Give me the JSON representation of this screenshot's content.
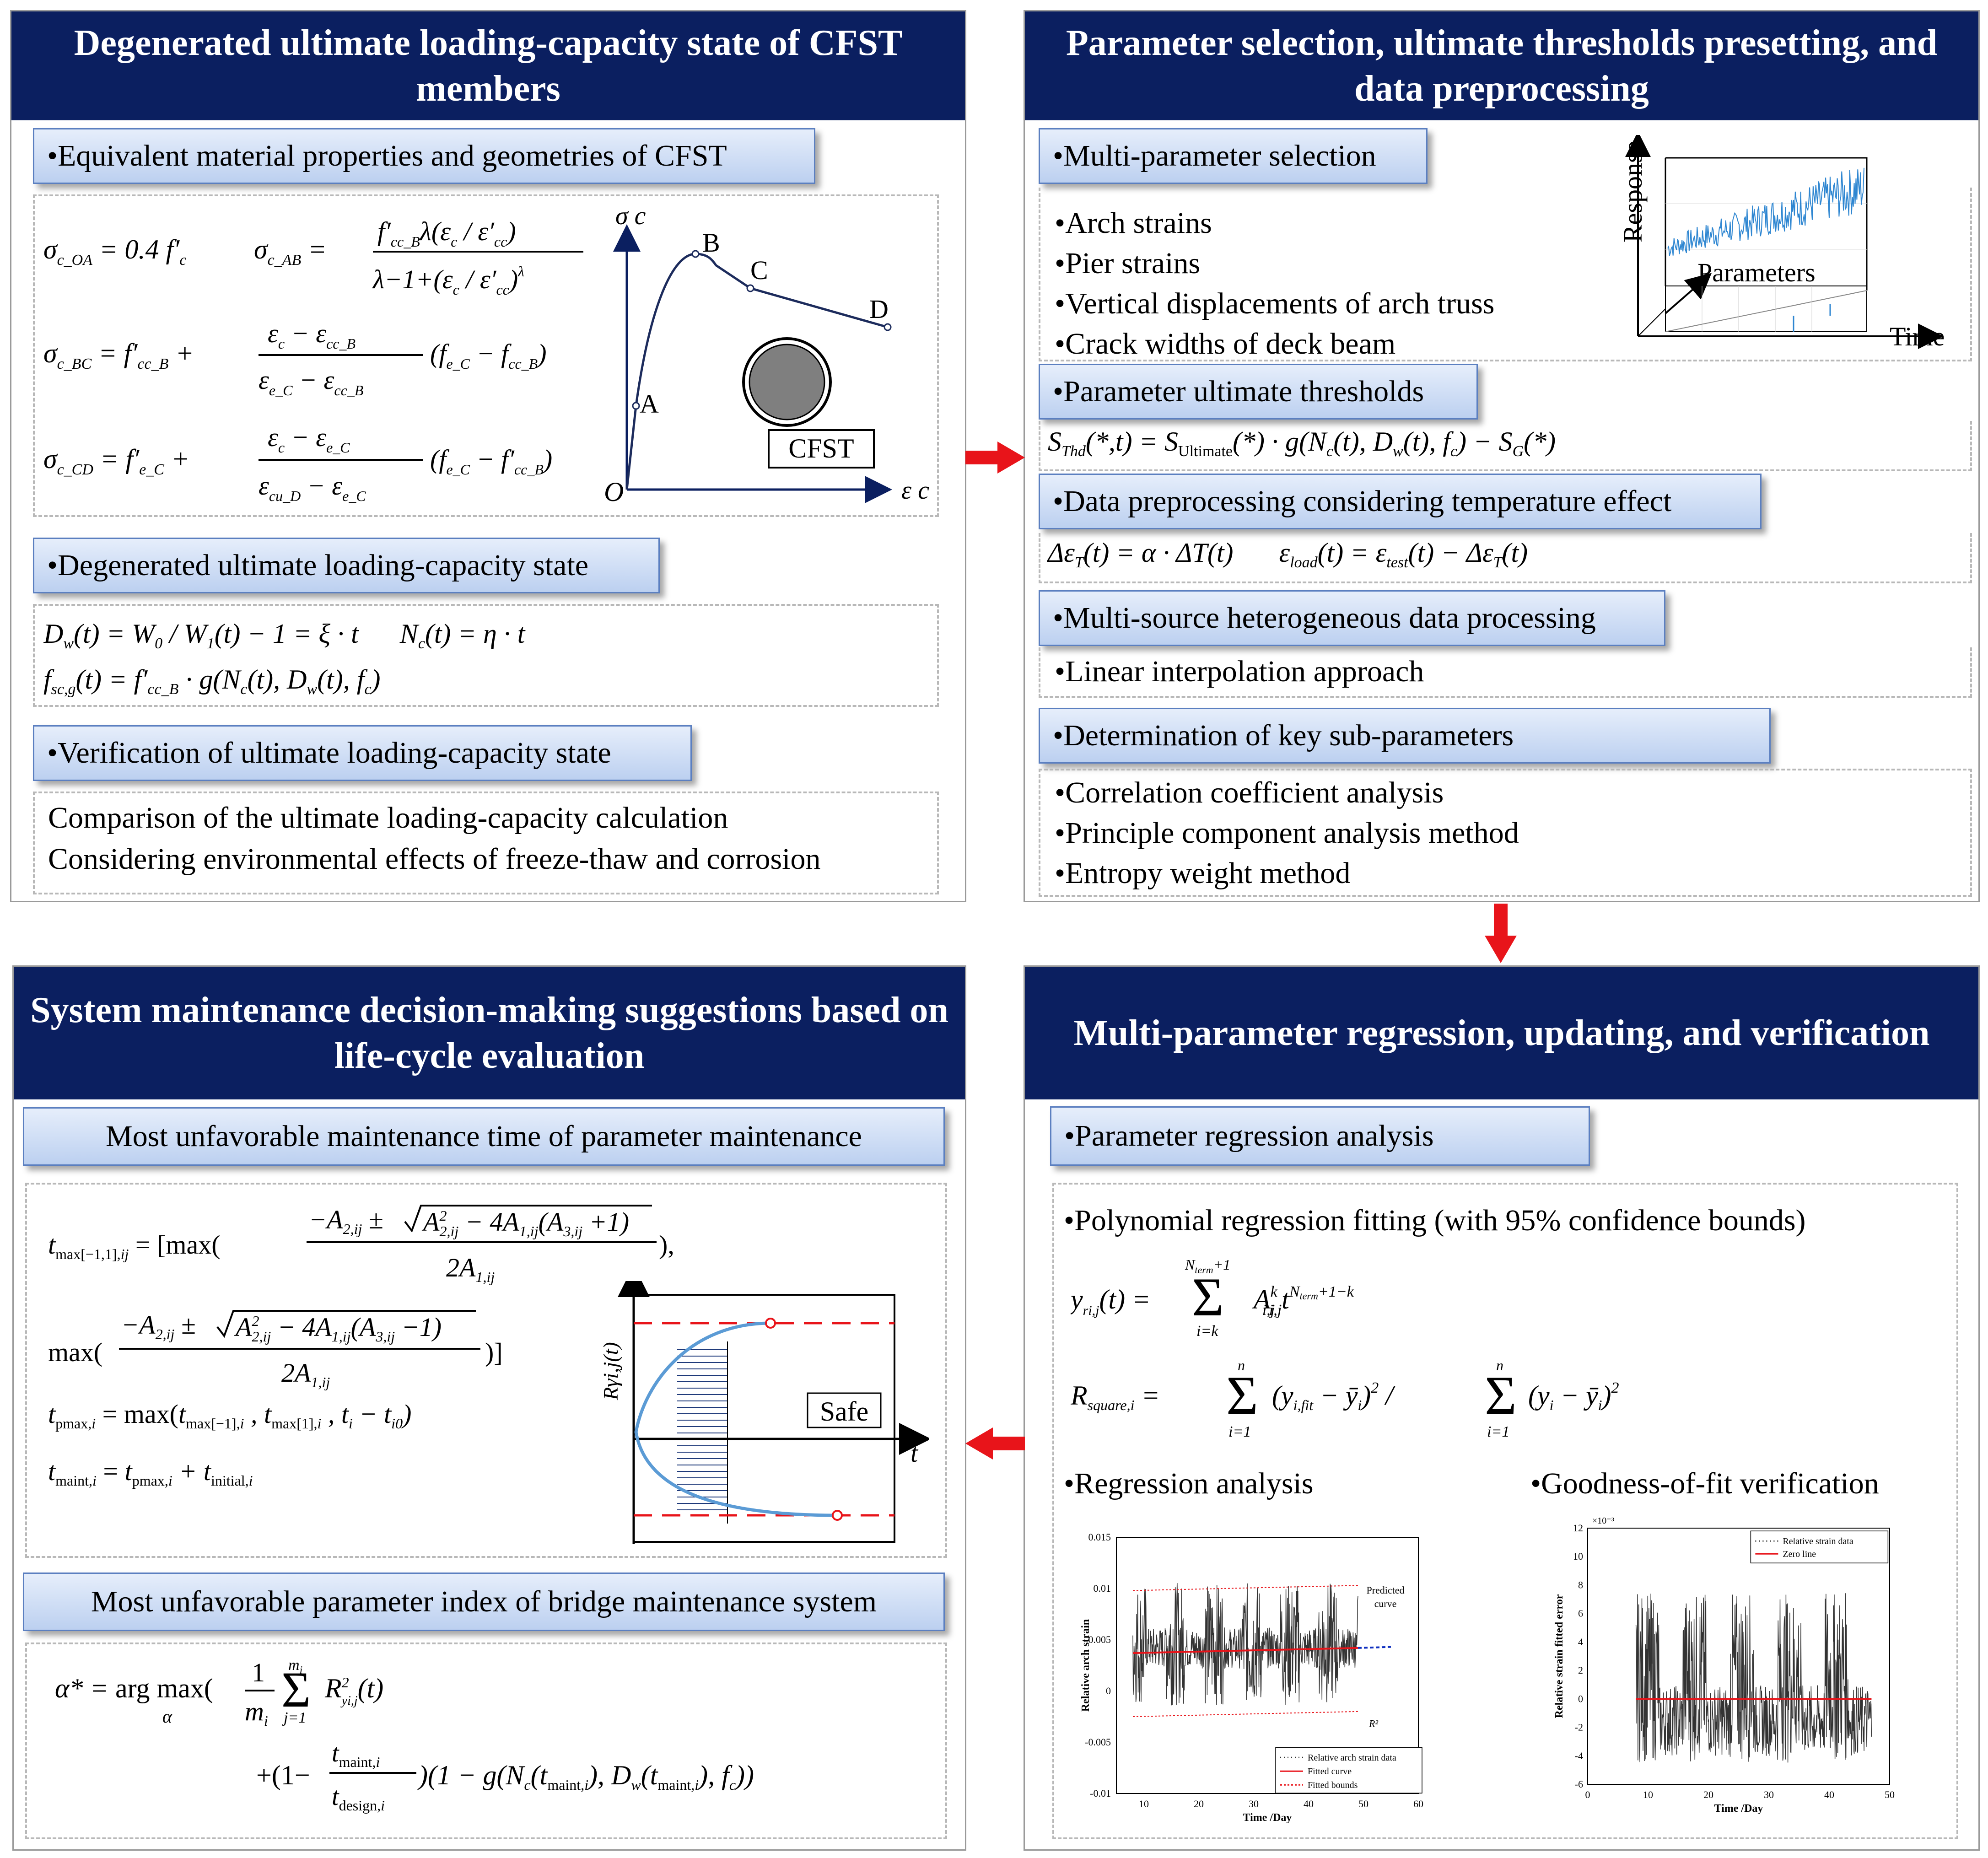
{
  "panels": {
    "p1": {
      "title": "Degenerated ultimate loading-capacity state of CFST members",
      "tag1": "•Equivalent material properties and geometries of CFST",
      "eq_oa": "σc_OA = 0.4 f′c    σc_AB = f′cc_B λ(εc / ε′cc) / (λ−1+(εc / ε′cc)^λ)",
      "eq_bc": "σc_BC = f′cc_B + (εc − εcc_B)/(εe_C − εcc_B) (fe_C − fcc_B)",
      "eq_cd": "σc_CD = f′e_C + (εc − εe_C)/(εcu_D − εe_C) (fe_C − f′cc_B)",
      "curve": {
        "yaxis": "σ c",
        "xaxis": "ε c",
        "origin": "O",
        "points": [
          "A",
          "B",
          "C",
          "D"
        ],
        "section_label": "CFST"
      },
      "tag2": "•Degenerated ultimate loading-capacity state",
      "eq_dw": "Dw(t) = W0 / W1(t) − 1 = ξ · t       Nc(t) = η · t",
      "eq_fsc": "fsc,g(t) = f′cc_B · g(Nc(t), Dw(t), fc)",
      "tag3": "•Verification of ultimate loading-capacity state",
      "ver1": "Comparison of the ultimate loading-capacity calculation",
      "ver2": "Considering environmental effects of freeze-thaw and corrosion"
    },
    "p2": {
      "title": "Parameter selection, ultimate thresholds presetting, and data preprocessing",
      "tag1": "•Multi-parameter selection",
      "items": [
        "•Arch strains",
        "•Pier strains",
        "•Vertical displacements of arch truss",
        "•Crack widths of deck beam"
      ],
      "plot": {
        "y": "Response",
        "z": "Parameters",
        "x": "Time"
      },
      "tag2": "•Parameter ultimate thresholds",
      "eq_thd": "SThd(*,t) = SUltimate(*) · g(Nc(t), Dw(t), fc) − SG(*)",
      "tag3": "•Data preprocessing considering temperature effect",
      "eq_temp": "ΔεT(t) = α · ΔT(t)       εload(t) = εtest(t) − ΔεT(t)",
      "tag4": "•Multi-source heterogeneous data processing",
      "interp": "•Linear interpolation approach",
      "tag5": "•Determination of key sub-parameters",
      "methods": [
        "•Correlation coefficient analysis",
        "•Principle component analysis method",
        "•Entropy weight method"
      ]
    },
    "p3": {
      "title": "System maintenance decision-making suggestions based on life-cycle evaluation",
      "tag1": "Most unfavorable maintenance time of parameter maintenance",
      "eq_tmax": "tmax[−1,1],ij = [max((−A2,ij ± √(A2,ij² − 4A1,ij(A3,ij + 1))) / 2A1,ij),",
      "eq_tmax2": "max((−A2,ij ± √(A2,ij² − 4A1,ij(A3,ij − 1))) / 2A1,ij)]",
      "eq_tp": "tpmax,i = max(tmax[−1],i , tmax[1],i , ti − ti0)",
      "eq_tm": "tmaint,i = tpmax,i + tinitial,i",
      "plot": {
        "y": "Rγi,j(t)",
        "x": "t",
        "safe": "Safe"
      },
      "tag2": "Most unfavorable parameter index of bridge maintenance system",
      "eq_alpha1": "α* = arg max( (1/mi) Σj=1..mi R²yi,j(t)",
      "eq_alpha2": "+(1 − tmaint,i / tdesign,i)(1 − g(Nc(tmaint,i), Dw(tmaint,i), fc))"
    },
    "p4": {
      "title": "Multi-parameter regression, updating, and verification",
      "tag1": "•Parameter regression analysis",
      "poly": "•Polynomial regression fitting (with 95% confidence bounds)",
      "eq_y": "yri,j(t) = Σi=k..Nterm+1  A^k i,j t^(Nterm+1−k) i,j",
      "eq_r": "Rsquare,i = Σi=1..n (yi,fit − ȳi)² / Σi=1..n (yi − ȳi)²",
      "reg_label": "•Regression analysis",
      "gof_label": "•Goodness-of-fit verification",
      "chart1": {
        "ylabel": "Relative arch strain",
        "xlabel": "Time /Day",
        "yticks": [
          "0.015",
          "0.01",
          "0.005",
          "0",
          "-0.005",
          "-0.01"
        ],
        "xticks": [
          "10",
          "20",
          "30",
          "40",
          "50",
          "60"
        ],
        "legend": [
          "Relative arch strain data",
          "Fitted curve",
          "Fitted bounds"
        ],
        "annot": [
          "Predicted",
          "curve"
        ],
        "r2": "R²"
      },
      "chart2": {
        "ylabel": "Relative strain fitted error",
        "xlabel": "Time /Day",
        "exp": "×10⁻³",
        "yticks": [
          "12",
          "10",
          "8",
          "6",
          "4",
          "2",
          "0",
          "-2",
          "-4",
          "-6"
        ],
        "xticks": [
          "0",
          "10",
          "20",
          "30",
          "40",
          "50"
        ],
        "legend": [
          "Relative strain data",
          "Zero line"
        ]
      }
    }
  },
  "colors": {
    "header": "#0b1f60",
    "arrow": "#e8141a",
    "curve": "#5b9bd5",
    "dashed": "#e8141a"
  }
}
